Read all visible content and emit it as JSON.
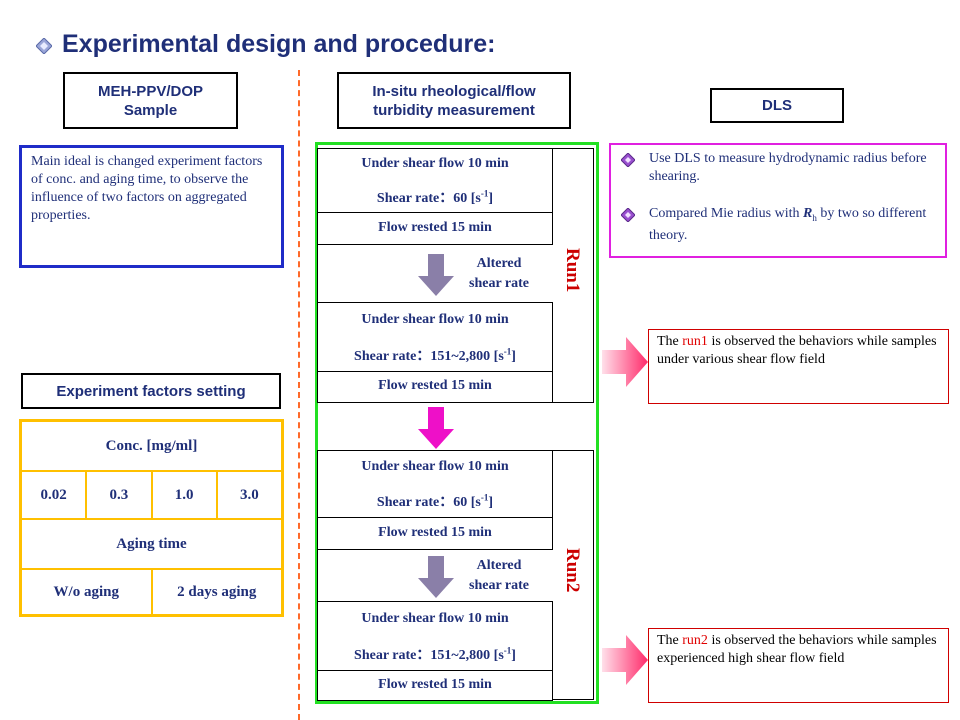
{
  "title": "Experimental design and procedure:",
  "headers": {
    "sample_line1": "MEH-PPV/DOP",
    "sample_line2": "Sample",
    "insitu_line1": "In-situ rheological/flow",
    "insitu_line2": "turbidity measurement",
    "dls": "DLS"
  },
  "idea": "Main ideal is changed experiment factors of conc. and aging time, to observe the influence of two factors on aggregated properties.",
  "factors": {
    "title": "Experiment factors setting",
    "conc_label": "Conc. [mg/ml]",
    "conc_values": [
      "0.02",
      "0.3",
      "1.0",
      "3.0"
    ],
    "aging_label": "Aging time",
    "aging_values": [
      "W/o aging",
      "2 days aging"
    ]
  },
  "runs": {
    "run1_label": "Run1",
    "run2_label": "Run2",
    "shear_10min": "Under shear flow 10 min",
    "shear_rate_prefix": "Shear rate",
    "shear_rate_60": "60 [s",
    "shear_rate_range": "151~2,800 [s",
    "unit_exp": "-1",
    "unit_close": "]",
    "colon": "：",
    "rested": "Flow rested 15 min",
    "altered_line1": "Altered",
    "altered_line2": "shear rate"
  },
  "dls": {
    "item1": "Use DLS to measure hydrodynamic radius before shearing.",
    "item2_before": "Compared Mie radius with ",
    "item2_sym": "R",
    "item2_sub": "h",
    "item2_after": " by two so different theory."
  },
  "notes": {
    "note1_prefix": "The ",
    "note1_run": "run1",
    "note1_rest": " is observed the behaviors while samples under various shear flow field",
    "note2_prefix": "The ",
    "note2_run": "run2",
    "note2_rest": " is observed the behaviors while samples experienced high shear flow field"
  },
  "colors": {
    "title": "#1f2f78",
    "green_border": "#22e022",
    "magenta_border": "#e020e0",
    "blue_border": "#1f2cc8",
    "orange_border": "#ffc000",
    "run_label": "#cc0000",
    "arrow_gray": "#8a7fa8",
    "arrow_magenta": "#ee10c8"
  },
  "icons": {
    "title_bullet": "diamond-icon",
    "dls_bullet": "diamond-icon",
    "flow_arrow": "down-arrow-icon",
    "note_arrow": "right-arrow-icon"
  }
}
